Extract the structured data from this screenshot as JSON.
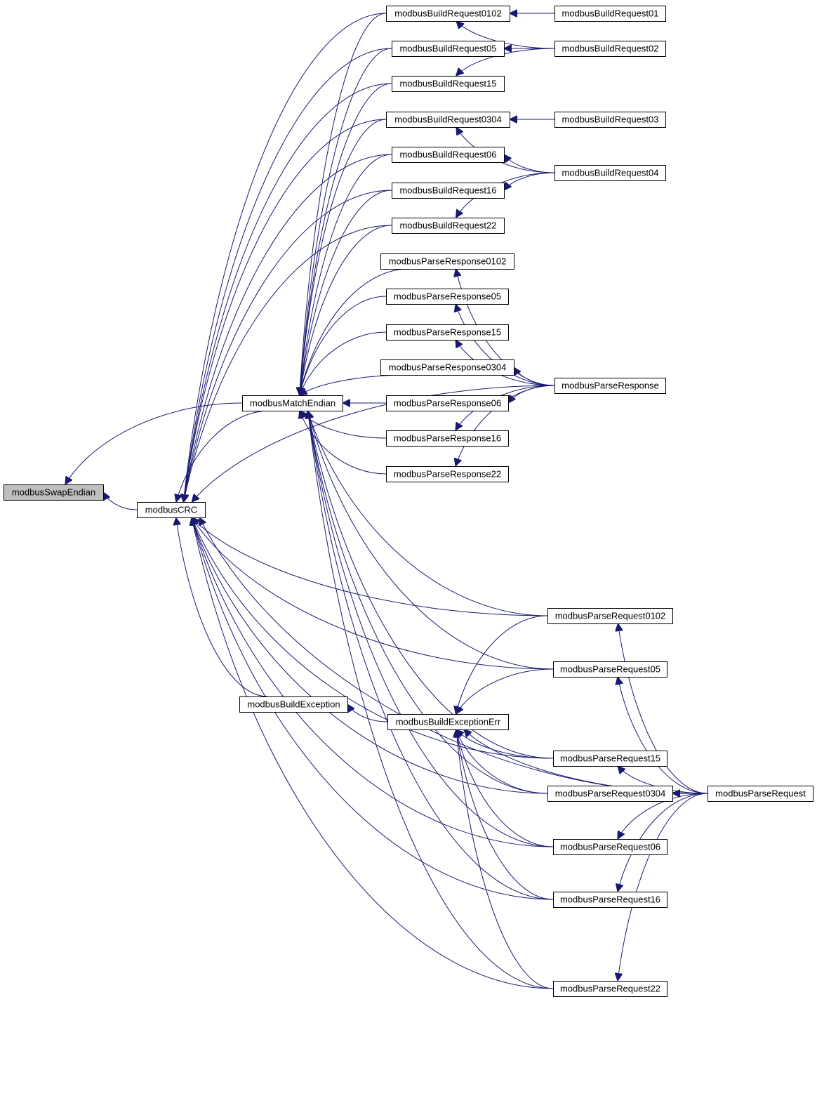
{
  "graph": {
    "root": "modbusSwapEndian",
    "colors": {
      "edge": "#191970",
      "root_fill": "#bfbfbf",
      "node_fill": "#ffffff"
    },
    "nodes": [
      "modbusSwapEndian",
      "modbusCRC",
      "modbusMatchEndian",
      "modbusBuildException",
      "modbusBuildExceptionErr",
      "modbusBuildRequest0102",
      "modbusBuildRequest05",
      "modbusBuildRequest15",
      "modbusBuildRequest0304",
      "modbusBuildRequest06",
      "modbusBuildRequest16",
      "modbusBuildRequest22",
      "modbusParseResponse0102",
      "modbusParseResponse05",
      "modbusParseResponse15",
      "modbusParseResponse0304",
      "modbusParseResponse06",
      "modbusParseResponse16",
      "modbusParseResponse22",
      "modbusBuildRequest01",
      "modbusBuildRequest02",
      "modbusBuildRequest03",
      "modbusBuildRequest04",
      "modbusParseResponse",
      "modbusParseRequest0102",
      "modbusParseRequest05",
      "modbusParseRequest15",
      "modbusParseRequest0304",
      "modbusParseRequest06",
      "modbusParseRequest16",
      "modbusParseRequest22",
      "modbusParseRequest"
    ],
    "edges": [
      [
        "modbusSwapEndian",
        "modbusCRC"
      ],
      [
        "modbusSwapEndian",
        "modbusMatchEndian"
      ],
      [
        "modbusCRC",
        "modbusMatchEndian"
      ],
      [
        "modbusCRC",
        "modbusBuildException"
      ],
      [
        "modbusCRC",
        "modbusBuildRequest0102"
      ],
      [
        "modbusCRC",
        "modbusBuildRequest05"
      ],
      [
        "modbusCRC",
        "modbusBuildRequest15"
      ],
      [
        "modbusCRC",
        "modbusBuildRequest0304"
      ],
      [
        "modbusCRC",
        "modbusBuildRequest06"
      ],
      [
        "modbusCRC",
        "modbusBuildRequest16"
      ],
      [
        "modbusCRC",
        "modbusBuildRequest22"
      ],
      [
        "modbusCRC",
        "modbusParseResponse"
      ],
      [
        "modbusCRC",
        "modbusParseRequest0102"
      ],
      [
        "modbusCRC",
        "modbusParseRequest05"
      ],
      [
        "modbusCRC",
        "modbusParseRequest15"
      ],
      [
        "modbusCRC",
        "modbusParseRequest0304"
      ],
      [
        "modbusCRC",
        "modbusParseRequest06"
      ],
      [
        "modbusCRC",
        "modbusParseRequest16"
      ],
      [
        "modbusCRC",
        "modbusParseRequest22"
      ],
      [
        "modbusCRC",
        "modbusParseRequest"
      ],
      [
        "modbusMatchEndian",
        "modbusBuildRequest0102"
      ],
      [
        "modbusMatchEndian",
        "modbusBuildRequest05"
      ],
      [
        "modbusMatchEndian",
        "modbusBuildRequest15"
      ],
      [
        "modbusMatchEndian",
        "modbusBuildRequest0304"
      ],
      [
        "modbusMatchEndian",
        "modbusBuildRequest06"
      ],
      [
        "modbusMatchEndian",
        "modbusBuildRequest16"
      ],
      [
        "modbusMatchEndian",
        "modbusBuildRequest22"
      ],
      [
        "modbusMatchEndian",
        "modbusParseResponse0102"
      ],
      [
        "modbusMatchEndian",
        "modbusParseResponse05"
      ],
      [
        "modbusMatchEndian",
        "modbusParseResponse15"
      ],
      [
        "modbusMatchEndian",
        "modbusParseResponse0304"
      ],
      [
        "modbusMatchEndian",
        "modbusParseResponse06"
      ],
      [
        "modbusMatchEndian",
        "modbusParseResponse16"
      ],
      [
        "modbusMatchEndian",
        "modbusParseResponse22"
      ],
      [
        "modbusMatchEndian",
        "modbusParseRequest0102"
      ],
      [
        "modbusMatchEndian",
        "modbusParseRequest05"
      ],
      [
        "modbusMatchEndian",
        "modbusParseRequest15"
      ],
      [
        "modbusMatchEndian",
        "modbusParseRequest0304"
      ],
      [
        "modbusMatchEndian",
        "modbusParseRequest06"
      ],
      [
        "modbusMatchEndian",
        "modbusParseRequest16"
      ],
      [
        "modbusMatchEndian",
        "modbusParseRequest22"
      ],
      [
        "modbusBuildException",
        "modbusBuildExceptionErr"
      ],
      [
        "modbusBuildExceptionErr",
        "modbusParseRequest0102"
      ],
      [
        "modbusBuildExceptionErr",
        "modbusParseRequest05"
      ],
      [
        "modbusBuildExceptionErr",
        "modbusParseRequest15"
      ],
      [
        "modbusBuildExceptionErr",
        "modbusParseRequest0304"
      ],
      [
        "modbusBuildExceptionErr",
        "modbusParseRequest06"
      ],
      [
        "modbusBuildExceptionErr",
        "modbusParseRequest16"
      ],
      [
        "modbusBuildExceptionErr",
        "modbusParseRequest22"
      ],
      [
        "modbusBuildExceptionErr",
        "modbusParseRequest"
      ],
      [
        "modbusBuildRequest0102",
        "modbusBuildRequest01"
      ],
      [
        "modbusBuildRequest0102",
        "modbusBuildRequest02"
      ],
      [
        "modbusBuildRequest05",
        "modbusBuildRequest02"
      ],
      [
        "modbusBuildRequest15",
        "modbusBuildRequest02"
      ],
      [
        "modbusBuildRequest0304",
        "modbusBuildRequest03"
      ],
      [
        "modbusBuildRequest0304",
        "modbusBuildRequest04"
      ],
      [
        "modbusBuildRequest06",
        "modbusBuildRequest04"
      ],
      [
        "modbusBuildRequest16",
        "modbusBuildRequest04"
      ],
      [
        "modbusBuildRequest22",
        "modbusBuildRequest04"
      ],
      [
        "modbusParseResponse0102",
        "modbusParseResponse"
      ],
      [
        "modbusParseResponse05",
        "modbusParseResponse"
      ],
      [
        "modbusParseResponse15",
        "modbusParseResponse"
      ],
      [
        "modbusParseResponse0304",
        "modbusParseResponse"
      ],
      [
        "modbusParseResponse06",
        "modbusParseResponse"
      ],
      [
        "modbusParseResponse16",
        "modbusParseResponse"
      ],
      [
        "modbusParseResponse22",
        "modbusParseResponse"
      ],
      [
        "modbusParseRequest0102",
        "modbusParseRequest"
      ],
      [
        "modbusParseRequest05",
        "modbusParseRequest"
      ],
      [
        "modbusParseRequest15",
        "modbusParseRequest"
      ],
      [
        "modbusParseRequest0304",
        "modbusParseRequest"
      ],
      [
        "modbusParseRequest06",
        "modbusParseRequest"
      ],
      [
        "modbusParseRequest16",
        "modbusParseRequest"
      ],
      [
        "modbusParseRequest22",
        "modbusParseRequest"
      ]
    ]
  }
}
